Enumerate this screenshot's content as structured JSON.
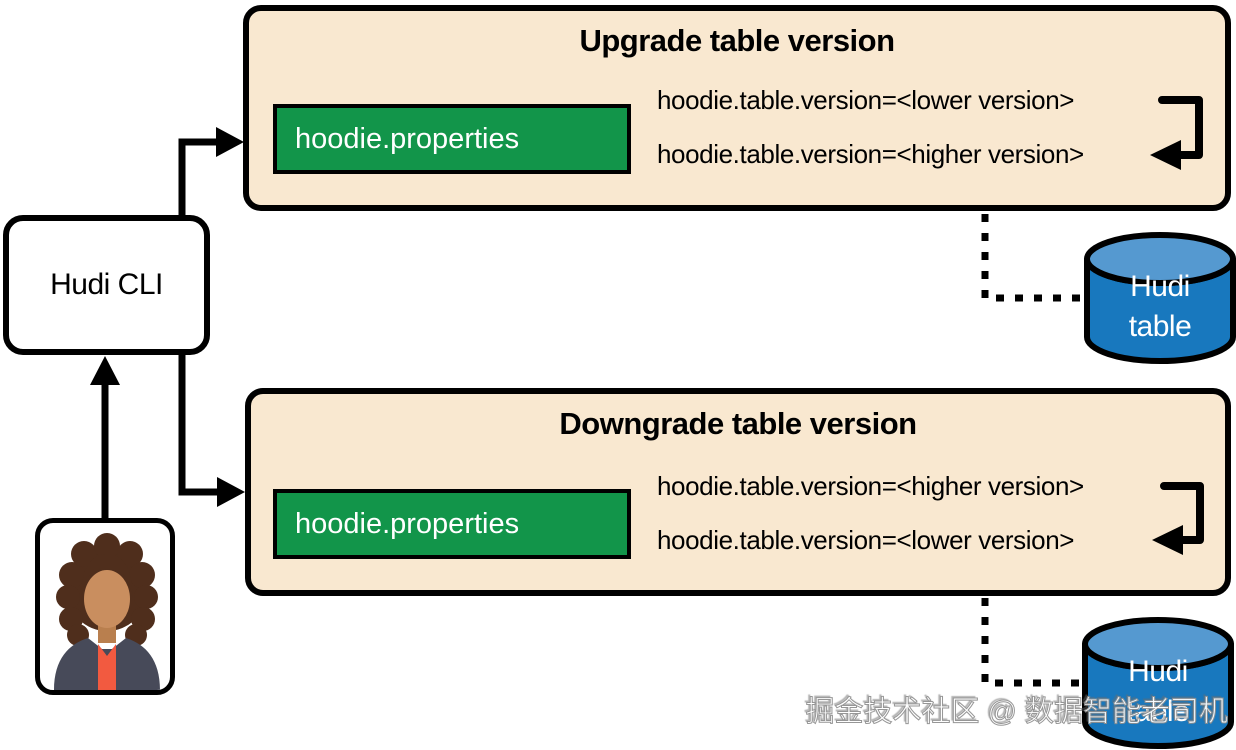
{
  "colors": {
    "panel_bg": "#f9e8d0",
    "outline": "#000000",
    "file_box_bg": "#12954a",
    "file_box_text": "#ffffff",
    "db_body": "#1878be",
    "db_top": "#5599d0",
    "text": "#000000",
    "watermark_text": "#ffffff"
  },
  "cli_box": {
    "label": "Hudi CLI"
  },
  "panels": [
    {
      "title": "Upgrade table version",
      "file_label": "hoodie.properties",
      "lines": [
        "hoodie.table.version=<lower version>",
        "hoodie.table.version=<higher version>"
      ]
    },
    {
      "title": "Downgrade table version",
      "file_label": "hoodie.properties",
      "lines": [
        "hoodie.table.version=<higher version>",
        "hoodie.table.version=<lower version>"
      ]
    }
  ],
  "databases": [
    {
      "label_line1": "Hudi",
      "label_line2": "table"
    },
    {
      "label_line1": "Hudi",
      "label_line2": "table"
    }
  ],
  "watermark": "掘金技术社区 @ 数据智能老司机",
  "icons": {
    "actor": "person-icon",
    "database": "database-cylinder-icon"
  }
}
